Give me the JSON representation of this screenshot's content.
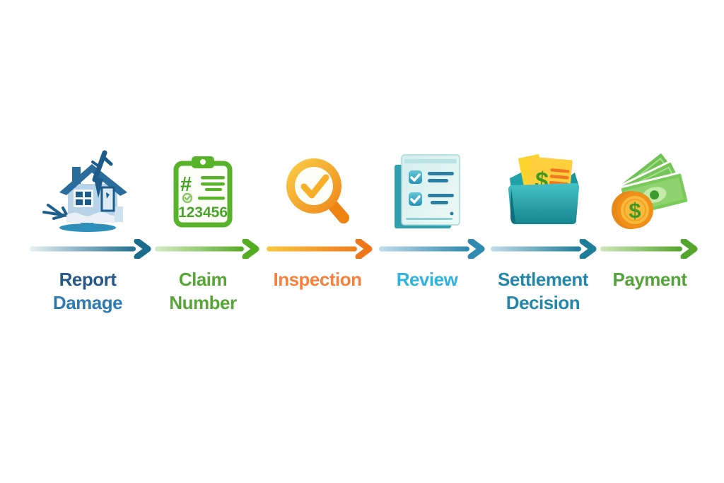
{
  "steps": [
    {
      "id": "report-damage",
      "lines": [
        "Report",
        "Damage"
      ],
      "line_colors": [
        "#27588a",
        "#2e7cb2"
      ],
      "icon": "damaged-house-icon",
      "accent_color": "#2a6d9d"
    },
    {
      "id": "claim-number",
      "lines": [
        "Claim",
        "Number"
      ],
      "line_colors": [
        "#57a637",
        "#57a637"
      ],
      "icon": "claim-number-clipboard-icon",
      "accent_color": "#56b32a",
      "clipboard_hash": "#",
      "clipboard_number": "123456"
    },
    {
      "id": "inspection",
      "lines": [
        "Inspection"
      ],
      "line_colors": [
        "#f6813b"
      ],
      "icon": "magnifier-checkmark-icon",
      "accent_color": "#f09021"
    },
    {
      "id": "review",
      "lines": [
        "Review"
      ],
      "line_colors": [
        "#2fb4e0"
      ],
      "icon": "checklist-document-icon",
      "accent_color": "#2e9fc0"
    },
    {
      "id": "settlement-decision",
      "lines": [
        "Settlement",
        "Decision"
      ],
      "line_colors": [
        "#2387ab",
        "#2387ab"
      ],
      "icon": "folder-dollar-documents-icon",
      "accent_color": "#1f979f",
      "document_dollar": "$"
    },
    {
      "id": "payment",
      "lines": [
        "Payment"
      ],
      "line_colors": [
        "#55a43a"
      ],
      "icon": "cash-and-coin-icon",
      "accent_color": "#6fc352",
      "coin_dollar": "$"
    }
  ],
  "arrows": [
    {
      "from": "report-damage",
      "to": "claim-number",
      "tail_start": "#e9eff4",
      "tail_end": "#20708f",
      "head_color": "#1b6b8c"
    },
    {
      "from": "claim-number",
      "to": "inspection",
      "tail_start": "#d5ebc5",
      "tail_end": "#58ab27",
      "head_color": "#54ad20"
    },
    {
      "from": "inspection",
      "to": "review",
      "tail_start": "#f8c93e",
      "tail_end": "#ef7d1d",
      "head_color": "#f0761c"
    },
    {
      "from": "review",
      "to": "settlement-decision",
      "tail_start": "#c3dcec",
      "tail_end": "#2e88ac",
      "head_color": "#2f8cb0"
    },
    {
      "from": "settlement-decision",
      "to": "payment",
      "tail_start": "#c3dce8",
      "tail_end": "#1e7d99",
      "head_color": "#1e7d99"
    },
    {
      "from": "payment",
      "to": "flow-end",
      "tail_start": "#cfe7ba",
      "tail_end": "#55a52c",
      "head_color": "#55a52c"
    }
  ]
}
